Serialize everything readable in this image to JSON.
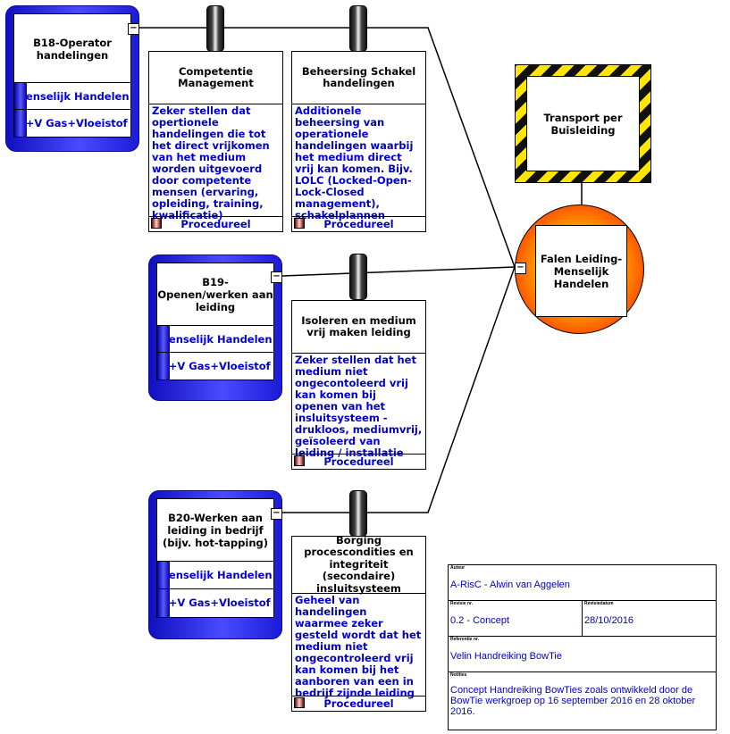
{
  "threats": [
    {
      "title": "B18-Operator handelingen",
      "categories": [
        "Menselijk Handelen",
        "G+V Gas+Vloeistof"
      ],
      "barriers": [
        {
          "title": "Competentie Management",
          "description": "Zeker stellen dat opertionele handelingen die tot het direct vrijkomen van het medium worden uitgevoerd door competente mensen (ervaring, opleiding, training, kwalificatie)",
          "type": "Procedureel"
        },
        {
          "title": "Beheersing Schakel handelingen",
          "description": "Additionele beheersing van operationele handelingen waarbij het medium direct vrij kan komen. Bijv. LOLC (Locked-Open-Lock-Closed management), schakelplannen",
          "type": "Procedureel"
        }
      ]
    },
    {
      "title": "B19-Openen/werken aan leiding",
      "categories": [
        "Menselijk Handelen",
        "G+V Gas+Vloeistof"
      ],
      "barriers": [
        {
          "title": "Isoleren en medium vrij maken leiding",
          "description": "Zeker stellen dat het medium niet ongecontoleerd vrij kan komen bij openen van het insluitsysteem - drukloos, mediumvrij, geïsoleerd van leiding / installatie",
          "type": "Procedureel"
        }
      ]
    },
    {
      "title": "B20-Werken aan leiding in bedrijf (bijv. hot-tapping)",
      "categories": [
        "Menselijk Handelen",
        "G+V Gas+Vloeistof"
      ],
      "barriers": [
        {
          "title": "Borging procescondities en integriteit (secondaire) insluitsysteem",
          "description": "Geheel van handelingen waarmee zeker gesteld wordt dat het medium niet ongecontroleerd vrij kan komen bij het aanboren van een in bedrijf zijnde leiding",
          "type": "Procedureel"
        }
      ]
    }
  ],
  "collapse_symbol": "−",
  "hazard": {
    "title": "Transport per Buisleiding"
  },
  "top_event": {
    "title": "Falen Leiding- Menselijk Handelen"
  },
  "info": {
    "author_label": "Auteur",
    "author": "A-RisC - Alwin van Aggelen",
    "revision_label": "Revisie nr.",
    "revision": "0.2 - Concept",
    "revision_date_label": "Revisiedatum",
    "revision_date": "28/10/2016",
    "document_label": "Referentie nr.",
    "document": "Velin Handreiking BowTie",
    "notes_label": "Notities",
    "notes": "Concept Handreiking BowTies zoals ontwikkeld door de BowTie werkgroep op 16 september 2016 en 28 oktober 2016."
  },
  "colors": {
    "threat_frame": "#1c1cd8",
    "category_text": "#0000cc",
    "hazard_stripe_dark": "#111111",
    "hazard_stripe_light": "#ffe600",
    "top_event_outer": "#ff1a00",
    "top_event_inner": "#ffe400"
  }
}
